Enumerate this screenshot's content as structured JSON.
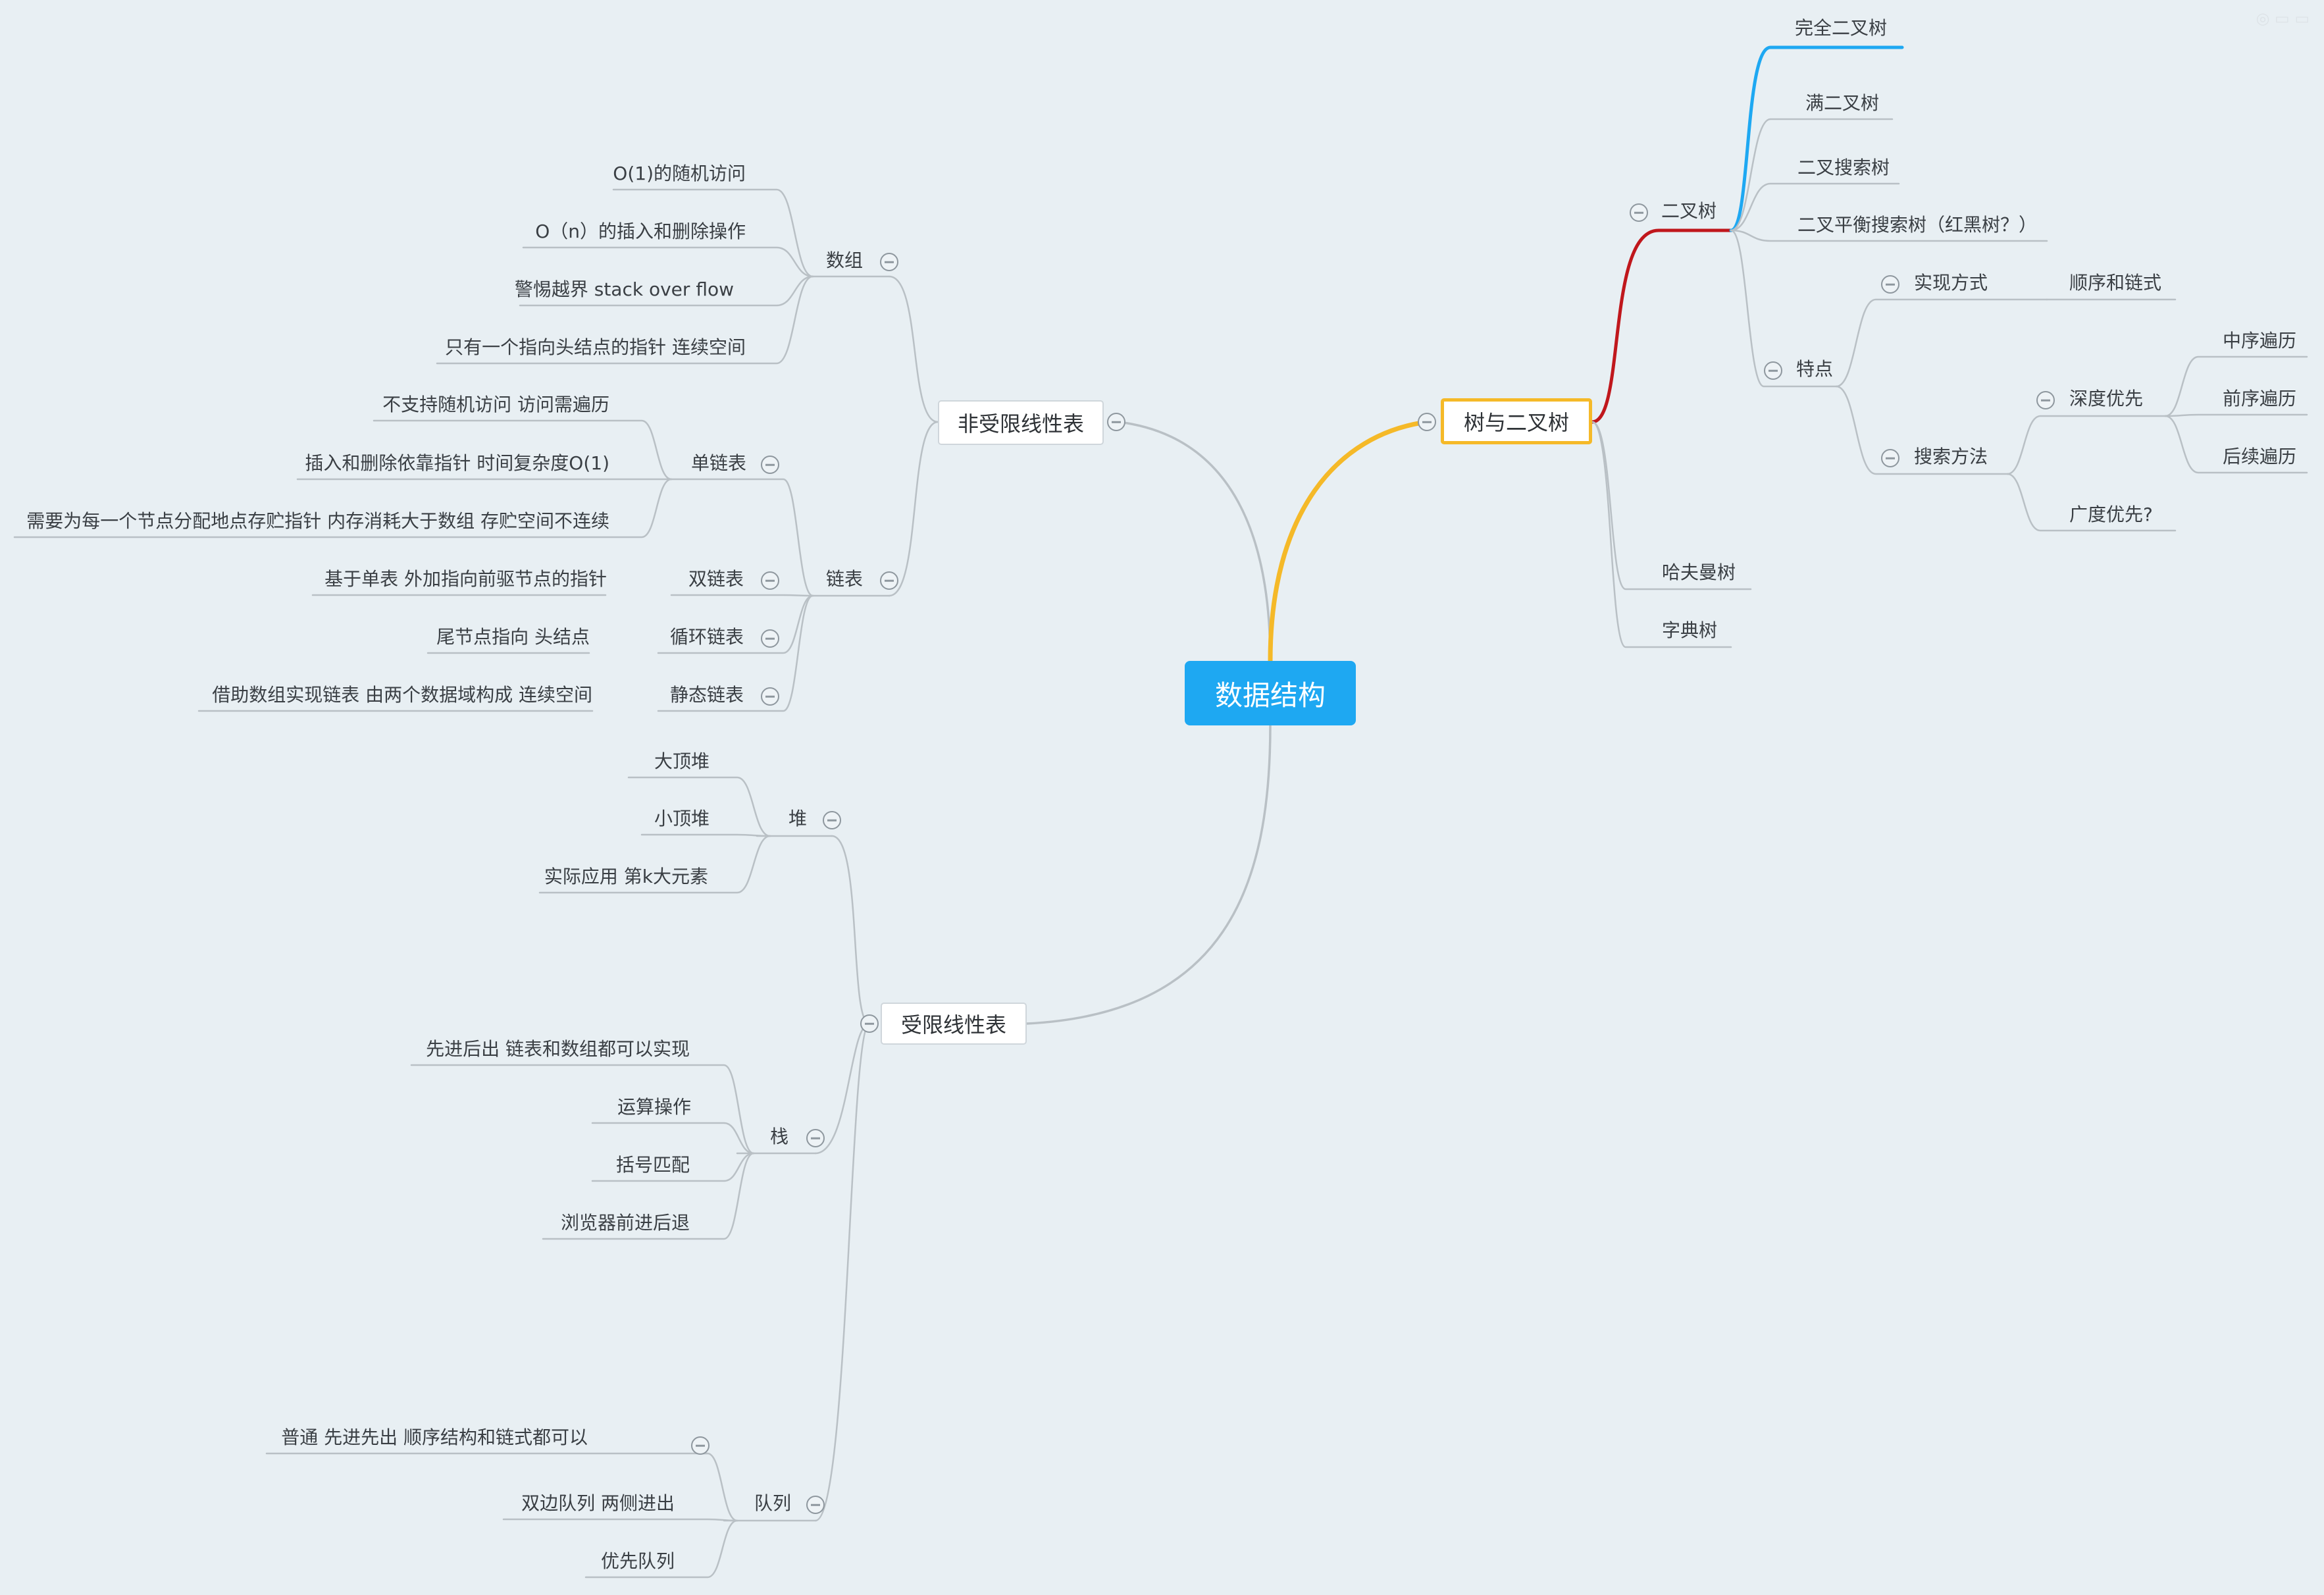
{
  "root": "数据结构",
  "branches": {
    "nonrestricted": "非受限线性表",
    "tree": "树与二叉树",
    "restricted": "受限线性表"
  },
  "array": {
    "label": "数组",
    "items": [
      "O(1)的随机访问",
      "O（n）的插入和删除操作",
      "警惕越界 stack over flow",
      "只有一个指向头结点的指针 连续空间"
    ]
  },
  "linked": {
    "label": "链表",
    "single": {
      "label": "单链表",
      "items": [
        "不支持随机访问 访问需遍历",
        "插入和删除依靠指针 时间复杂度O(1)",
        "需要为每一个节点分配地点存贮指针 内存消耗大于数组 存贮空间不连续"
      ]
    },
    "double": {
      "label": "双链表",
      "item": "基于单表 外加指向前驱节点的指针"
    },
    "circular": {
      "label": "循环链表",
      "item": "尾节点指向 头结点"
    },
    "static": {
      "label": "静态链表",
      "item": "借助数组实现链表 由两个数据域构成 连续空间"
    }
  },
  "heap": {
    "label": "堆",
    "items": [
      "大顶堆",
      "小顶堆",
      "实际应用 第k大元素"
    ]
  },
  "stack": {
    "label": "栈",
    "items": [
      "先进后出 链表和数组都可以实现",
      "运算操作",
      "括号匹配",
      "浏览器前进后退"
    ]
  },
  "queue": {
    "label": "队列",
    "items": [
      "普通 先进先出 顺序结构和链式都可以",
      "双边队列 两侧进出",
      "优先队列"
    ]
  },
  "bintree": {
    "label": "二叉树",
    "items": [
      "完全二叉树",
      "满二叉树",
      "二叉搜索树",
      "二叉平衡搜索树（红黑树？）"
    ]
  },
  "feature": {
    "label": "特点",
    "impl": {
      "label": "实现方式",
      "item": "顺序和链式"
    },
    "search": {
      "label": "搜索方法",
      "dfs": {
        "label": "深度优先",
        "items": [
          "中序遍历",
          "前序遍历",
          "后续遍历"
        ]
      },
      "bfs": "广度优先?"
    }
  },
  "huffman": "哈夫曼树",
  "trie": "字典树",
  "colors": {
    "background": "#e8eff3",
    "root_fill": "#1ea8f2",
    "tree_branch": "#f5b928",
    "bintree_branch": "#c0171c",
    "complete_tree_branch": "#1ea8f2",
    "thin_line": "#b9c0c5"
  }
}
